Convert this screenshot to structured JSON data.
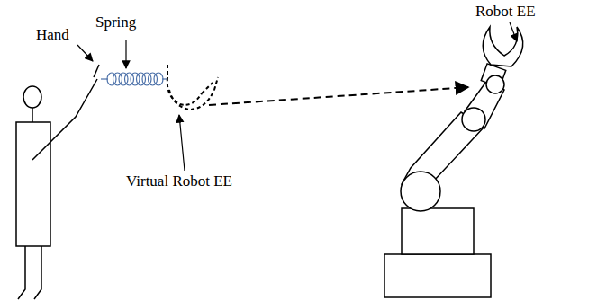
{
  "diagram": {
    "labels": [
      "Hand",
      "Spring",
      "Virtual Robot EE",
      "Robot EE"
    ]
  }
}
